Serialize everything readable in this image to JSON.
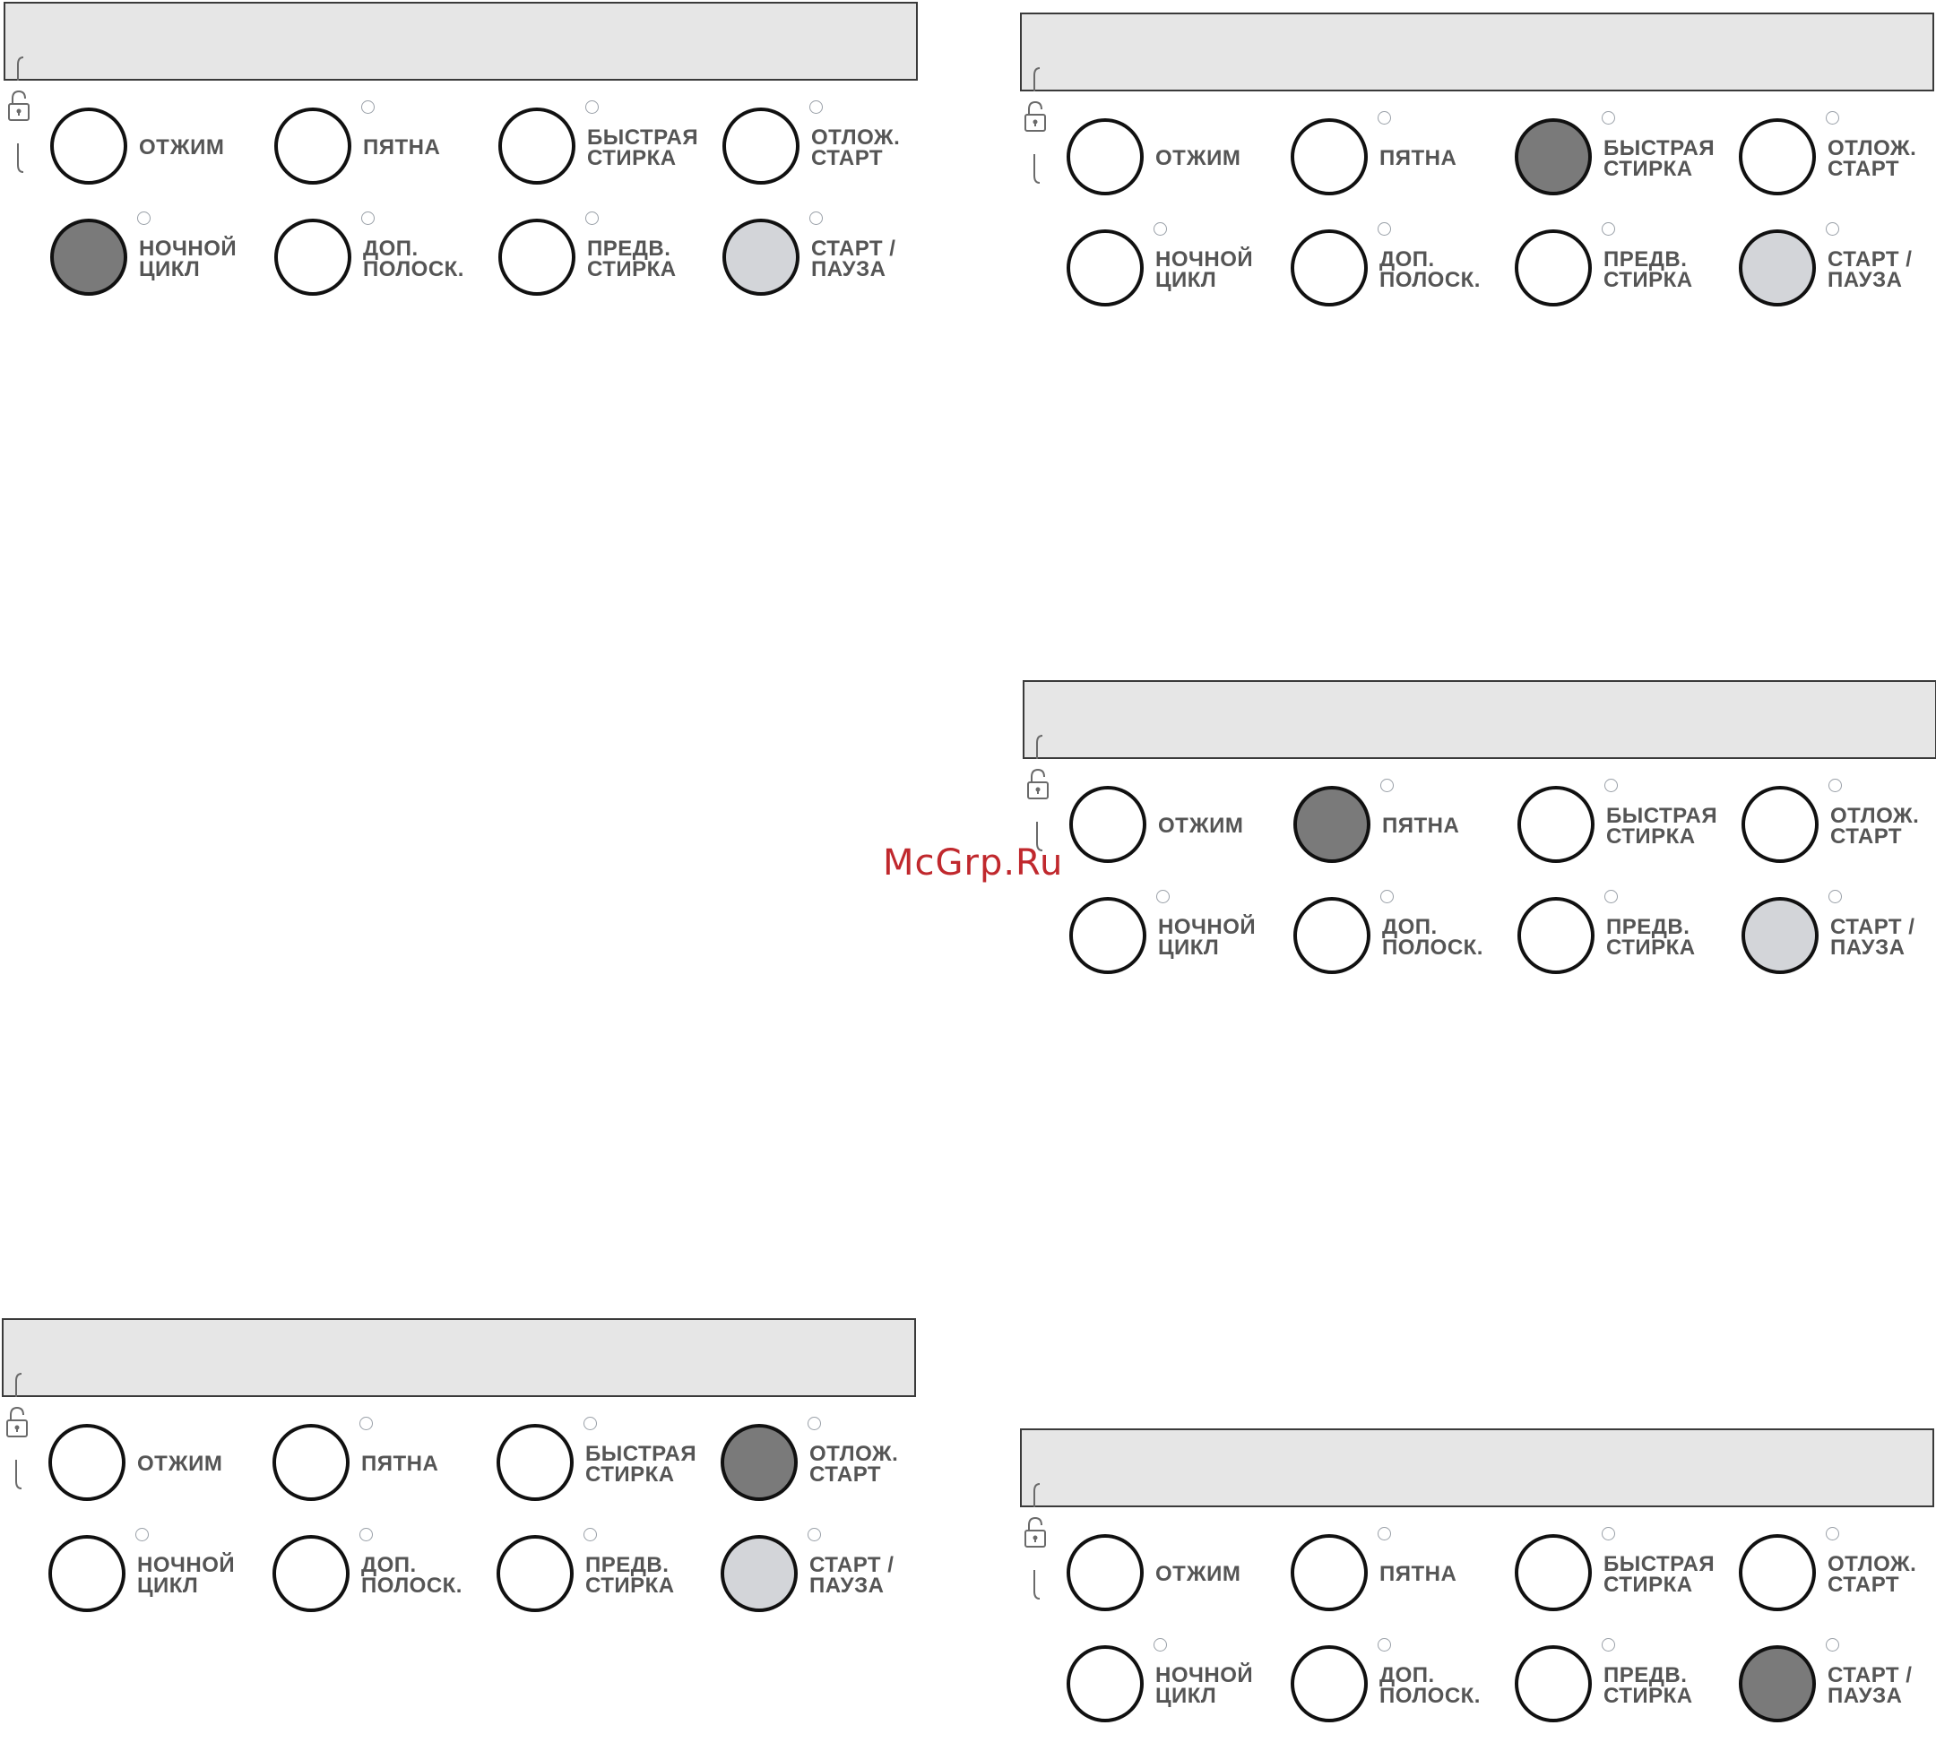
{
  "buttons": {
    "spin": "ОТЖИМ",
    "stains": "ПЯТНА",
    "quick_1": "БЫСТРАЯ",
    "quick_2": "СТИРКА",
    "delay_1": "ОТЛОЖ.",
    "delay_2": "СТАРТ",
    "night_1": "НОЧНОЙ",
    "night_2": "ЦИКЛ",
    "rinse_1": "ДОП.",
    "rinse_2": "ПОЛОСК.",
    "prewash_1": "ПРЕДВ.",
    "prewash_2": "СТИРКА",
    "start_1": "СТАРТ /",
    "start_2": "ПАУЗА"
  },
  "panels": [
    {
      "active": "night"
    },
    {
      "active": "quick"
    },
    {
      "active": "stains"
    },
    {
      "active": "delay"
    },
    {
      "active": "start"
    }
  ],
  "watermark": "McGrp.Ru",
  "colors": {
    "active": "#7a7a7a",
    "start_idle": "#d3d5d9",
    "display": "#e6e6e6"
  }
}
